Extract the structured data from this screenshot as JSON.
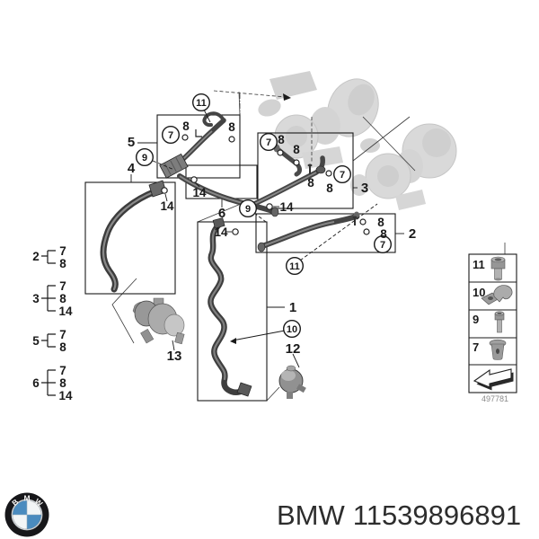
{
  "footer": {
    "brand": "BMW",
    "part_number": "11539896891",
    "logo_letters": [
      "B",
      "M",
      "W"
    ]
  },
  "labels": {
    "n1": "1",
    "n2": "2",
    "n3": "3",
    "n4": "4",
    "n5": "5",
    "n6": "6",
    "n7": "7",
    "n8": "8",
    "n9": "9",
    "n10": "10",
    "n11": "11",
    "n12": "12",
    "n13": "13",
    "n14": "14"
  },
  "left_groups": [
    {
      "label": "2",
      "items": [
        "7",
        "8"
      ]
    },
    {
      "label": "3",
      "items": [
        "7",
        "8",
        "14"
      ]
    },
    {
      "label": "5",
      "items": [
        "7",
        "8"
      ]
    },
    {
      "label": "6",
      "items": [
        "7",
        "8",
        "14"
      ]
    }
  ],
  "legend": {
    "rows": [
      {
        "num": "11",
        "icon": "socket-head-bolt"
      },
      {
        "num": "10",
        "icon": "holder-clamp"
      },
      {
        "num": "9",
        "icon": "socket-head-bolt-small"
      },
      {
        "num": "7",
        "icon": "sealing-plug"
      }
    ],
    "arrow_icon": "direction-arrow",
    "code": "497781"
  },
  "colors": {
    "line": "#1a1a1a",
    "ghost_fill": "#d7d7d7",
    "ghost_stroke": "#c3c3c3",
    "hose_dark": "#3c3c3c",
    "hose_light": "#8a8a8a",
    "logo_blue": "#4a8bbf",
    "footer_text": "#2d2d2d"
  }
}
